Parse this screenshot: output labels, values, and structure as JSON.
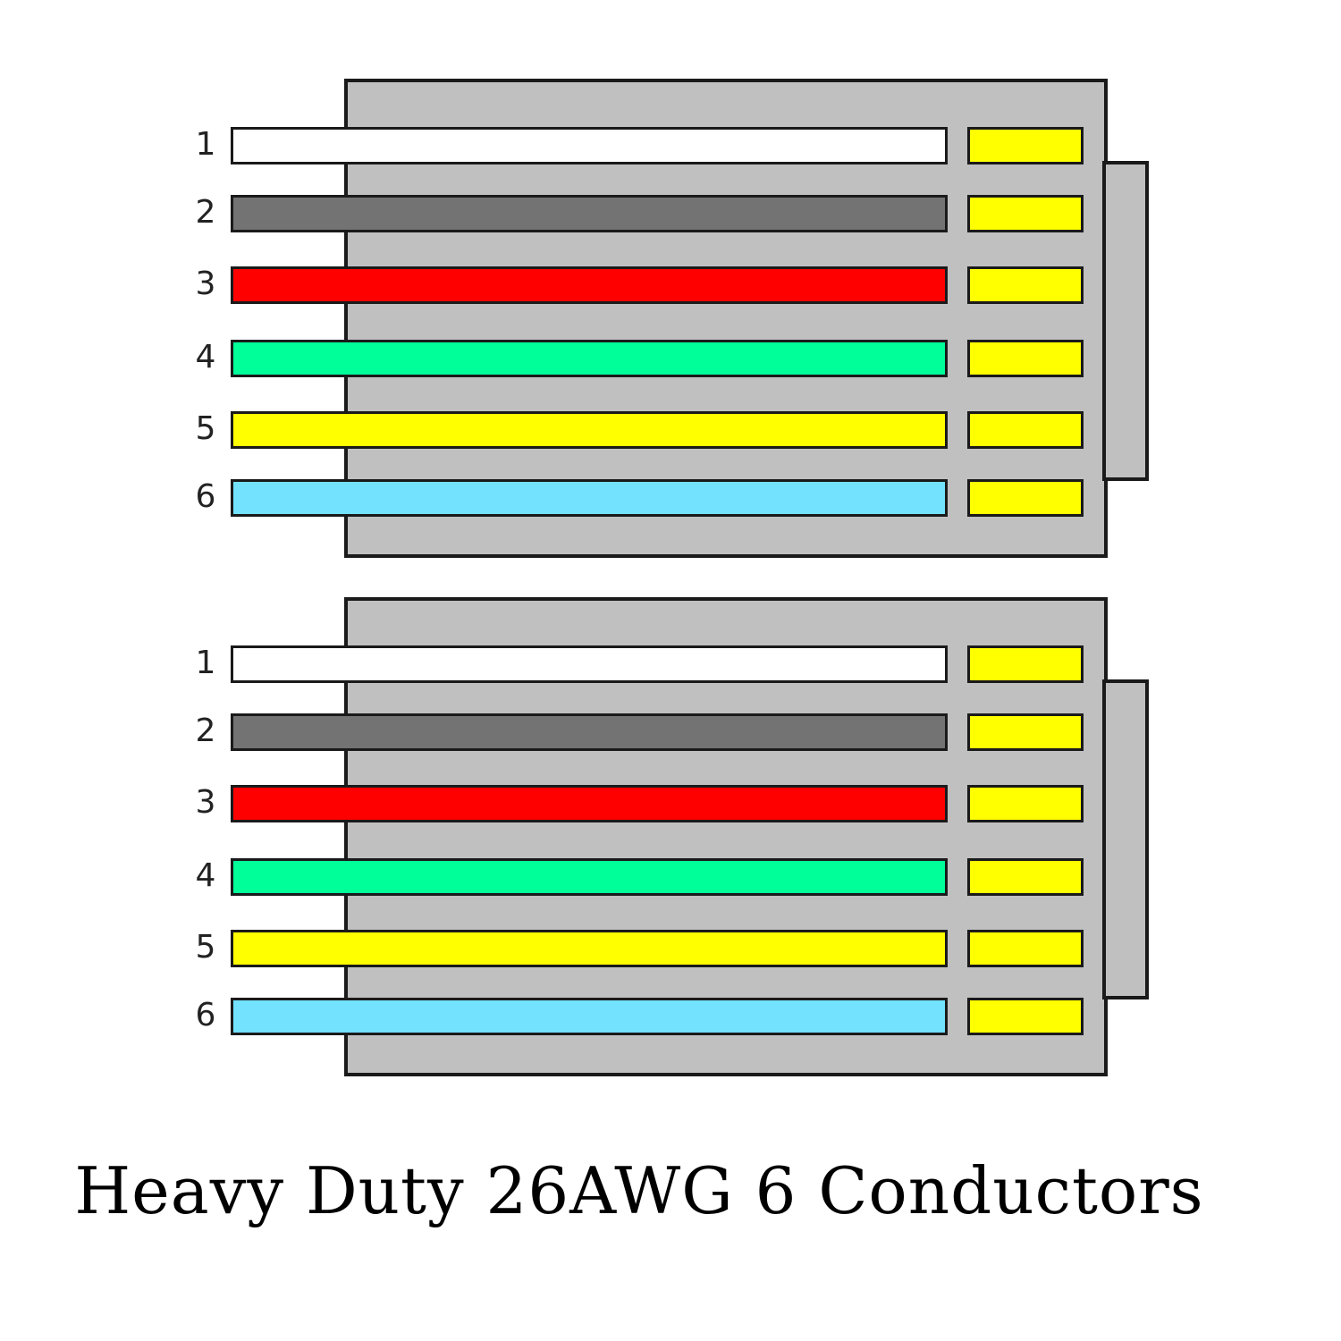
{
  "caption": "Heavy Duty 26AWG 6 Conductors",
  "colors": {
    "housing": "#c0c0c0",
    "outline": "#1a1a1a",
    "contact": "#ffff00"
  },
  "connectors": [
    {
      "id": "top",
      "pins": [
        {
          "label": "1",
          "color": "#ffffff"
        },
        {
          "label": "2",
          "color": "#737373"
        },
        {
          "label": "3",
          "color": "#ff0000"
        },
        {
          "label": "4",
          "color": "#00ff99"
        },
        {
          "label": "5",
          "color": "#ffff00"
        },
        {
          "label": "6",
          "color": "#72e2ff"
        }
      ]
    },
    {
      "id": "bottom",
      "pins": [
        {
          "label": "1",
          "color": "#ffffff"
        },
        {
          "label": "2",
          "color": "#737373"
        },
        {
          "label": "3",
          "color": "#ff0000"
        },
        {
          "label": "4",
          "color": "#00ff99"
        },
        {
          "label": "5",
          "color": "#ffff00"
        },
        {
          "label": "6",
          "color": "#72e2ff"
        }
      ]
    }
  ]
}
